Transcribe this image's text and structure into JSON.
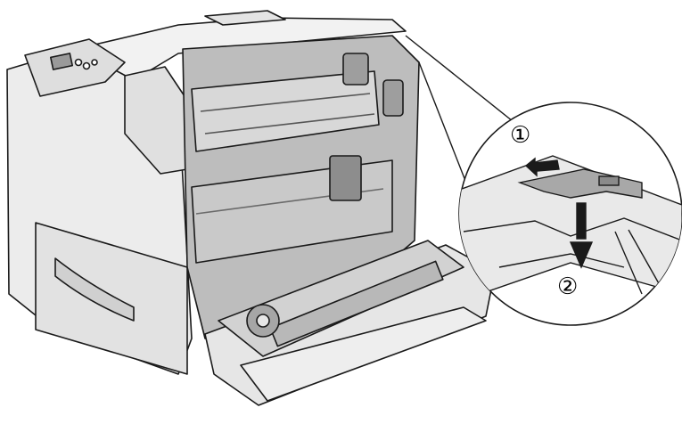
{
  "figure": {
    "steps": [
      {
        "number": "1",
        "glyph": "①"
      },
      {
        "number": "2",
        "glyph": "②"
      }
    ],
    "palette": {
      "body": "#e8e8e8",
      "body_shade": "#cfcfcf",
      "interior": "#bdbdbd",
      "dark": "#707070",
      "line": "#1a1a1a",
      "lever": "#a8a8a8",
      "arrow": "#1a1a1a"
    },
    "icons": [
      "printer-illustration",
      "zoom-callout",
      "lever-icon",
      "arrow-left-icon",
      "arrow-down-icon"
    ]
  }
}
